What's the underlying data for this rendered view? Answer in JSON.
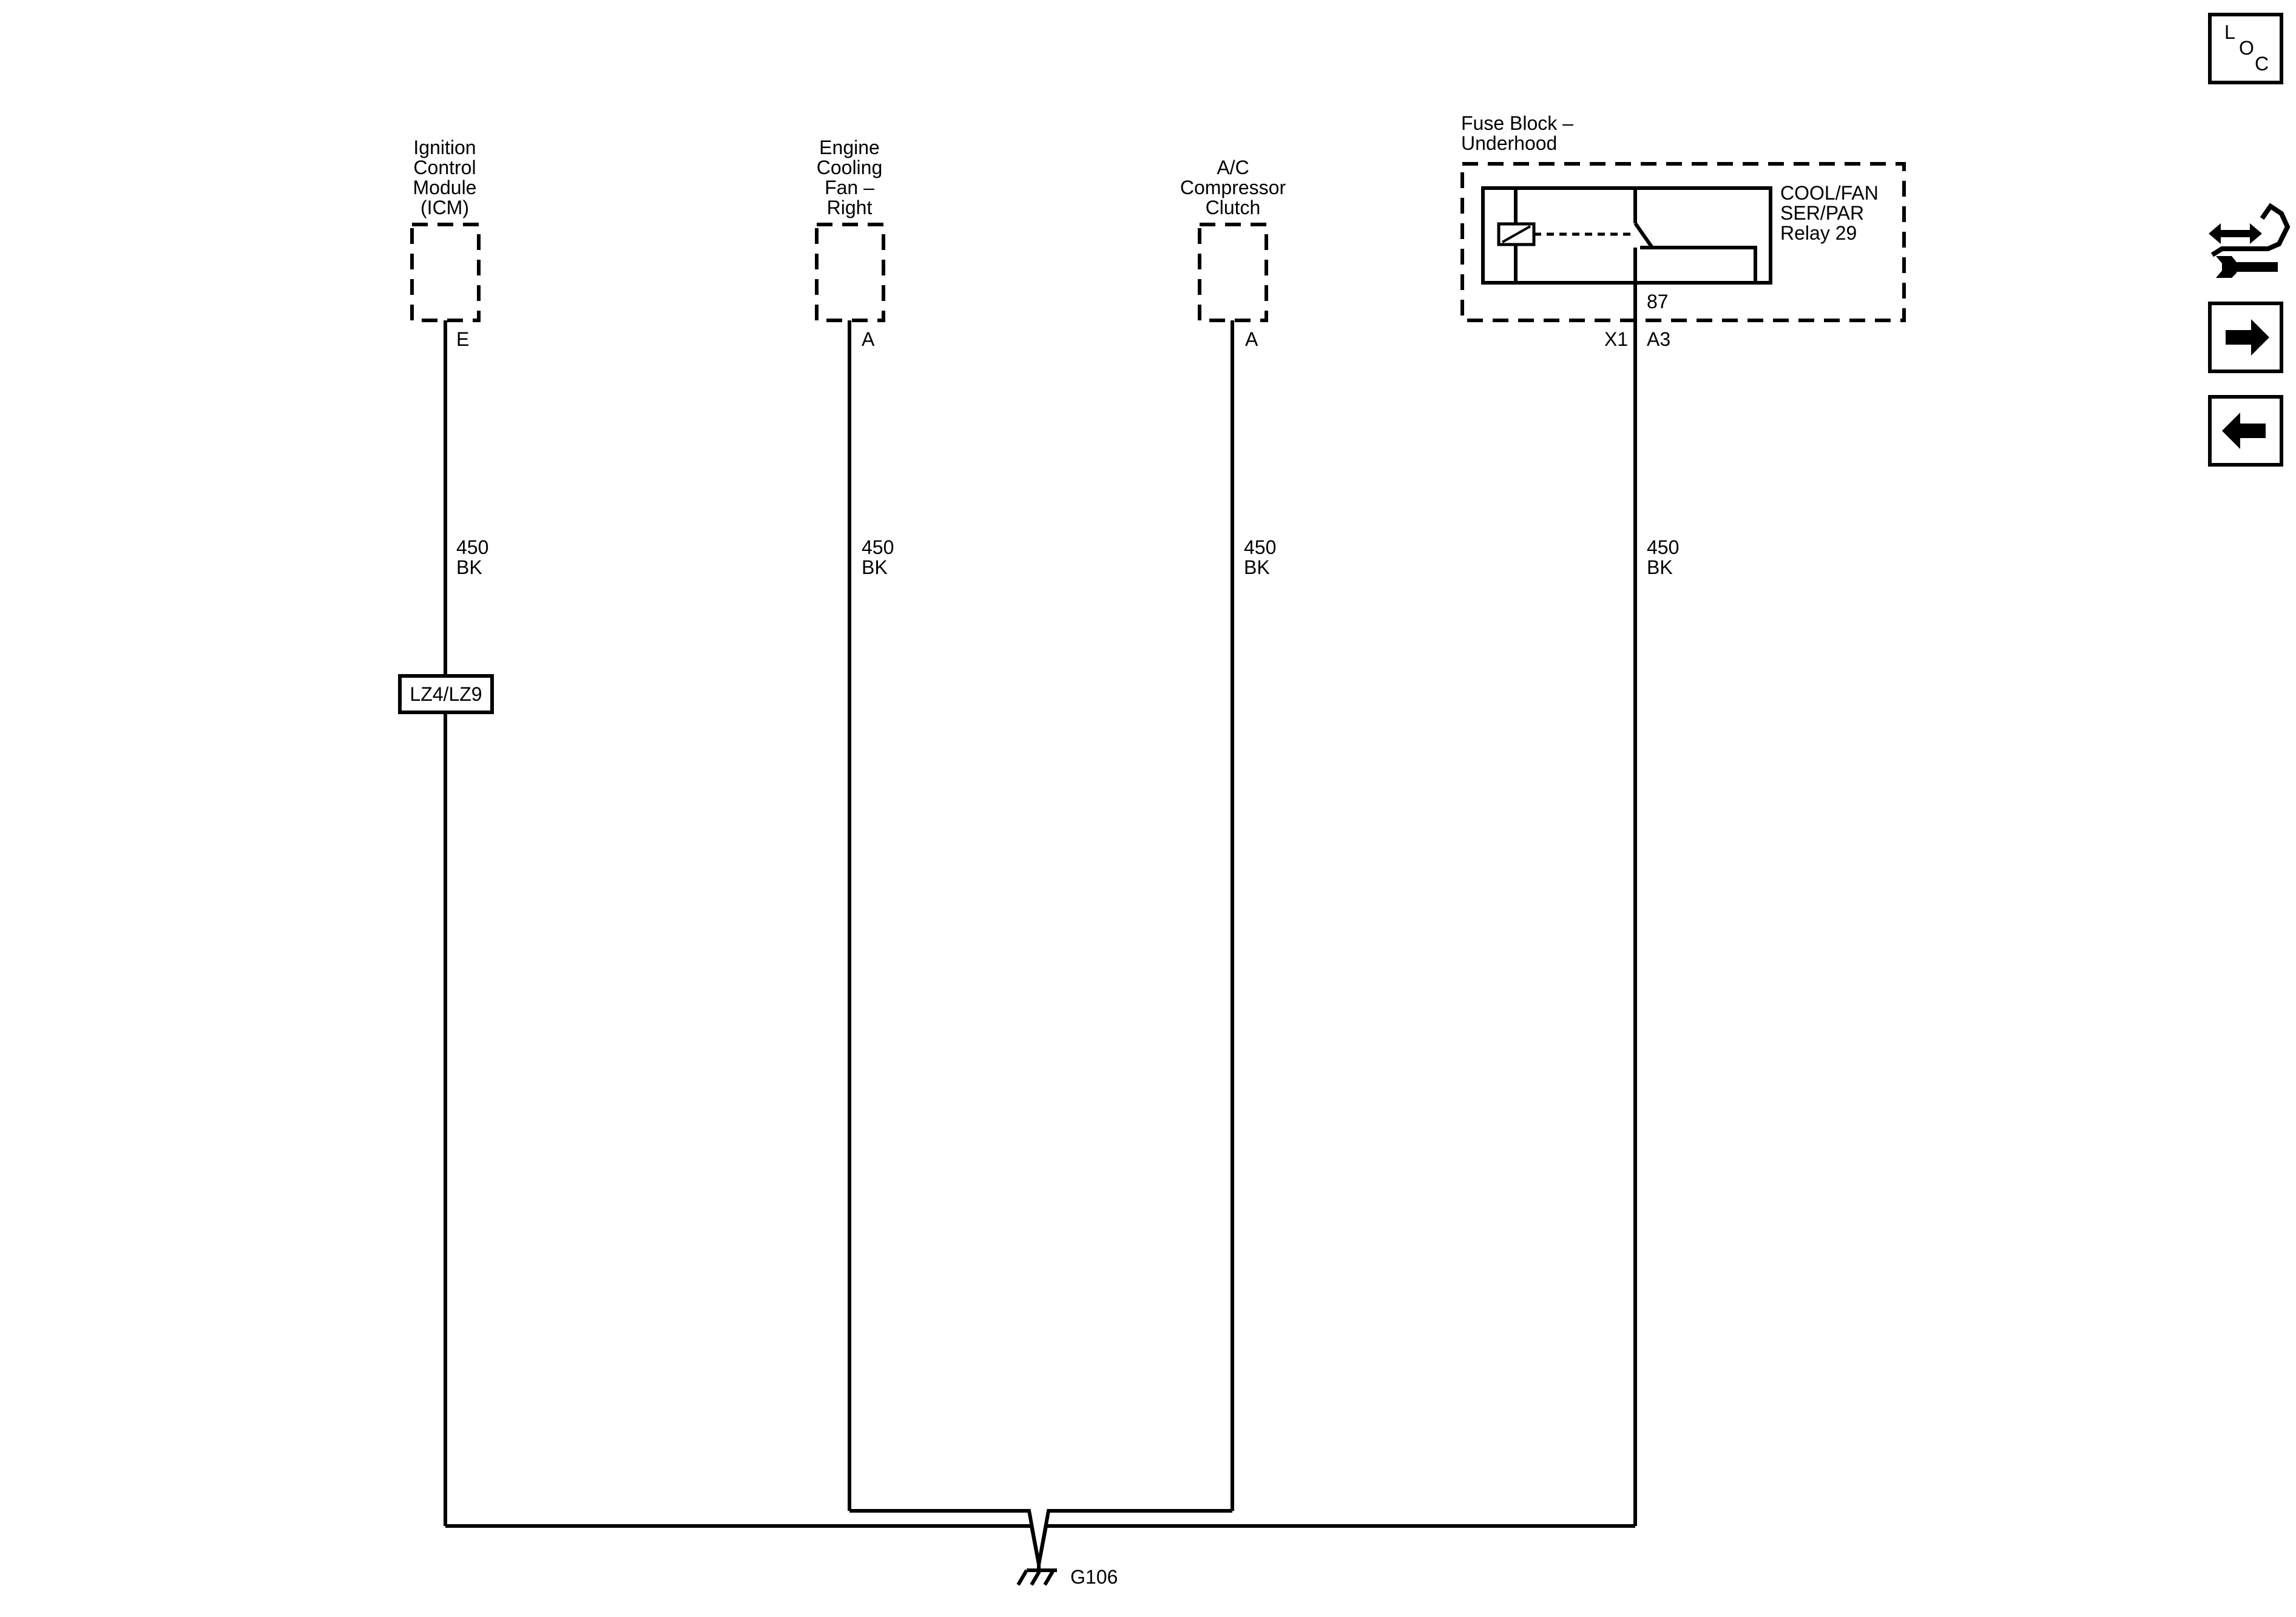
{
  "components": {
    "icm": {
      "name_lines": [
        "Ignition",
        "Control",
        "Module",
        "(ICM)"
      ],
      "pin": "E"
    },
    "fan_right": {
      "name_lines": [
        "Engine",
        "Cooling",
        "Fan –",
        "Right"
      ],
      "pin": "A"
    },
    "ac_clutch": {
      "name_lines": [
        "A/C",
        "Compressor",
        "Clutch"
      ],
      "pin": "A"
    },
    "fuse_block": {
      "name_lines": [
        "Fuse Block –",
        "Underhood"
      ],
      "relay_lines": [
        "COOL/FAN",
        "SER/PAR",
        "Relay 29"
      ],
      "relay_terminal": "87",
      "connector": "X1",
      "pin": "A3"
    }
  },
  "wires": [
    {
      "circuit": "450",
      "color": "BK"
    },
    {
      "circuit": "450",
      "color": "BK"
    },
    {
      "circuit": "450",
      "color": "BK"
    },
    {
      "circuit": "450",
      "color": "BK"
    }
  ],
  "option_label": "LZ4/LZ9",
  "ground": "G106",
  "nav": {
    "loc_letters": [
      "L",
      "O",
      "C"
    ],
    "icons": [
      "connector-repair-icon",
      "next-page-arrow-icon",
      "previous-page-arrow-icon"
    ]
  }
}
